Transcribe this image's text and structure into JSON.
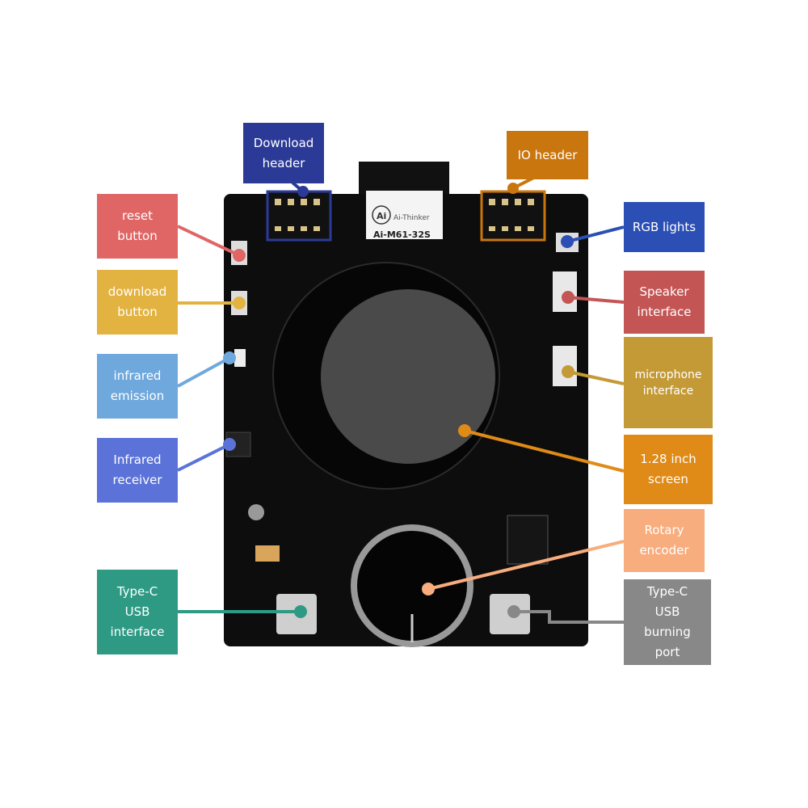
{
  "module": {
    "brand": "Ai-Thinker",
    "model": "Ai-M61-32S",
    "logo": "Ai"
  },
  "labels": {
    "download_header": {
      "text": "Download\nheader",
      "color": "#2b3a96"
    },
    "io_header": {
      "text": "IO header",
      "color": "#c9760f"
    },
    "reset_button": {
      "text": "reset\nbutton",
      "color": "#e06666"
    },
    "download_button": {
      "text": "download\nbutton",
      "color": "#e3b341"
    },
    "infrared_emission": {
      "text": "infrared\nemission",
      "color": "#6fa8dc"
    },
    "infrared_receiver": {
      "text": "Infrared\nreceiver",
      "color": "#5b73d9"
    },
    "typec_usb": {
      "text": "Type-C\nUSB\ninterface",
      "color": "#2e9a84"
    },
    "rgb_lights": {
      "text": "RGB lights",
      "color": "#2c4fb5"
    },
    "speaker": {
      "text": "Speaker\ninterface",
      "color": "#c45555"
    },
    "microphone": {
      "text": "microphone\ninterface",
      "color": "#c49a37"
    },
    "screen": {
      "text": "1.28 inch\nscreen",
      "color": "#e08a17"
    },
    "rotary": {
      "text": "Rotary\nencoder",
      "color": "#f7ad7d"
    },
    "burning_port": {
      "text": "Type-C\nUSB\nburning\nport",
      "color": "#888888"
    }
  }
}
